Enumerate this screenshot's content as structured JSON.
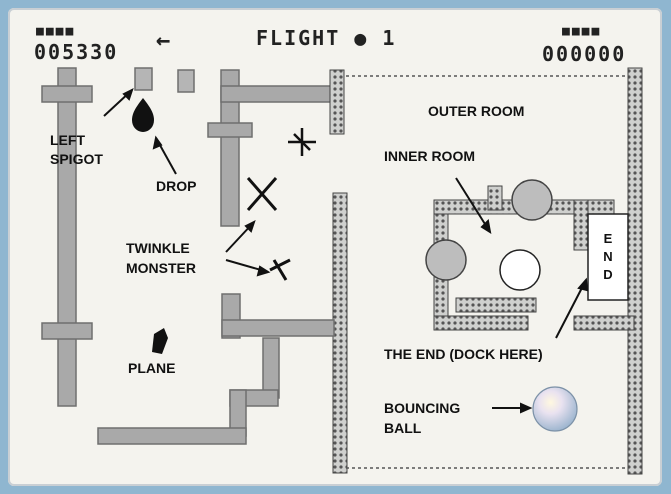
{
  "hud": {
    "left_lives": "■■■■",
    "left_score": "005330",
    "arrow": "←",
    "title": "FLIGHT ● 1",
    "right_lives": "■■■■",
    "right_score": "000000"
  },
  "labels": {
    "left_spigot_1": "LEFT",
    "left_spigot_2": "SPIGOT",
    "drop": "DROP",
    "twinkle": "TWINKLE",
    "monster": "MONSTER",
    "plane": "PLANE",
    "outer_room": "OUTER ROOM",
    "inner_room": "INNER ROOM",
    "the_end": "THE END (DOCK HERE)",
    "bouncing": "BOUNCING",
    "ball": "BALL",
    "end_box": "E N D"
  },
  "icons": {
    "arrow": "left-arrow-icon"
  },
  "colors": {
    "pipe": "#a9a9a9",
    "wall": "#7c7c7c",
    "text": "#111111"
  }
}
